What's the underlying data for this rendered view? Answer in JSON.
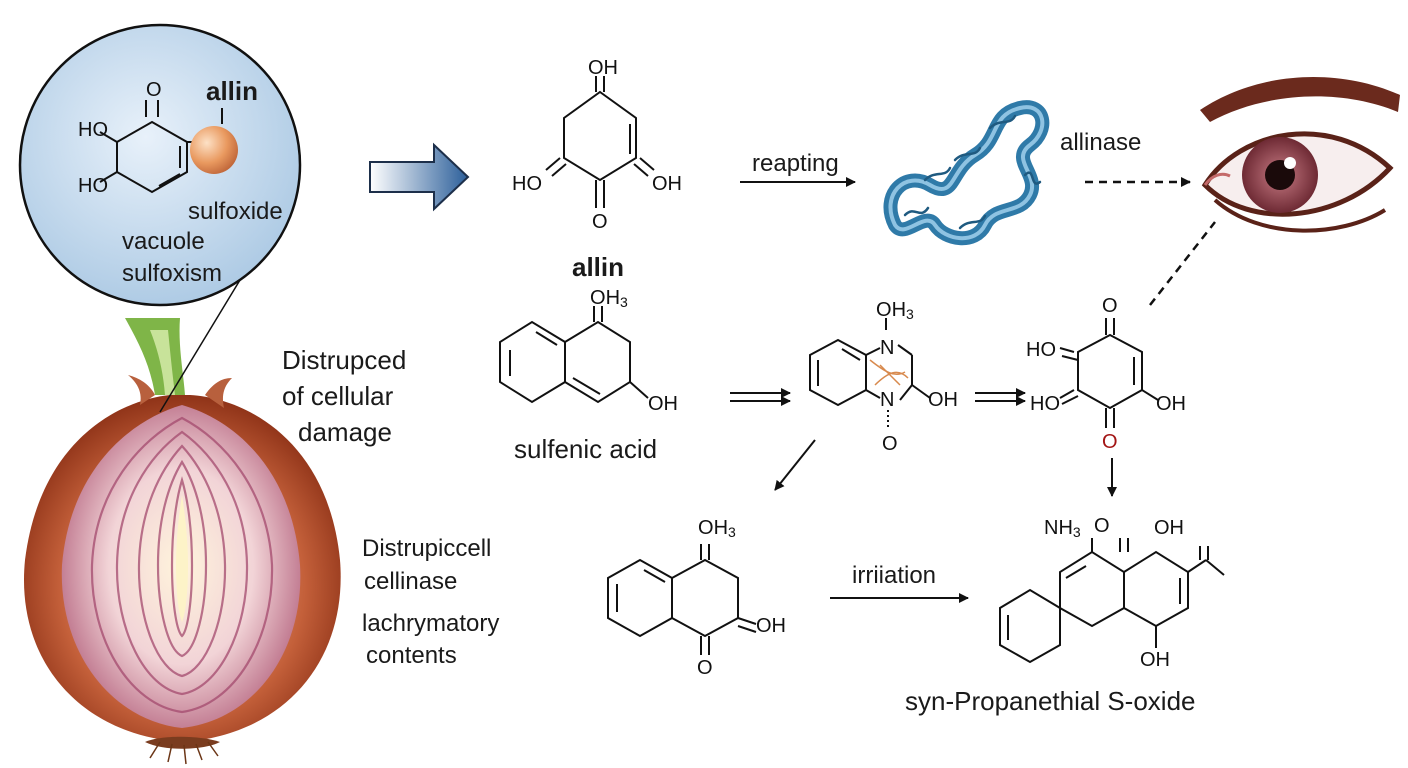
{
  "zoom_inset": {
    "title": "allin",
    "labels": [
      "sulfoxide",
      "vacuole",
      "sulfoxism"
    ],
    "atoms": {
      "o": "O",
      "ho1": "HO",
      "ho2": "HO"
    }
  },
  "onion_labels": {
    "block1": [
      "Distrupced",
      "of cellular",
      "damage"
    ],
    "block2": [
      "Distrupiccell",
      "cellinase",
      "lachrymatory",
      "contents"
    ]
  },
  "molecules": {
    "allin": {
      "name": "allin",
      "top": "OH",
      "left": "HO",
      "right": "OH",
      "bottom": "O"
    },
    "sulfenic_acid": {
      "name": "sulfenic acid",
      "top": "OH3",
      "oh": "OH"
    },
    "intermediate": {
      "top": "OH3",
      "n1": "N",
      "n2": "N",
      "oh": "OH",
      "o": "O"
    },
    "quinone": {
      "o_top": "O",
      "ho1": "HO",
      "ho2": "HO",
      "oh": "OH",
      "o_bottom": "O"
    },
    "naphthol": {
      "top": "OH3",
      "oh": "OH",
      "o": "O"
    },
    "product": {
      "name": "syn-Propanethial S-oxide",
      "nh3": "NH3",
      "o": "O",
      "oh_top": "OH",
      "oh_bottom": "OH"
    }
  },
  "arrow_labels": {
    "reapting": "reapting",
    "allinase": "allinase",
    "irriiation": "irriiation"
  },
  "colors": {
    "inset_fill": "#cfe1f1",
    "onion_outer": "#b44a2c",
    "protein": "#2f7aa8",
    "eye_iris": "#8a4048",
    "eyebrow": "#6b2a1d",
    "arrow_blue": "#3b6ea8",
    "highlight_o": "#a31515"
  }
}
